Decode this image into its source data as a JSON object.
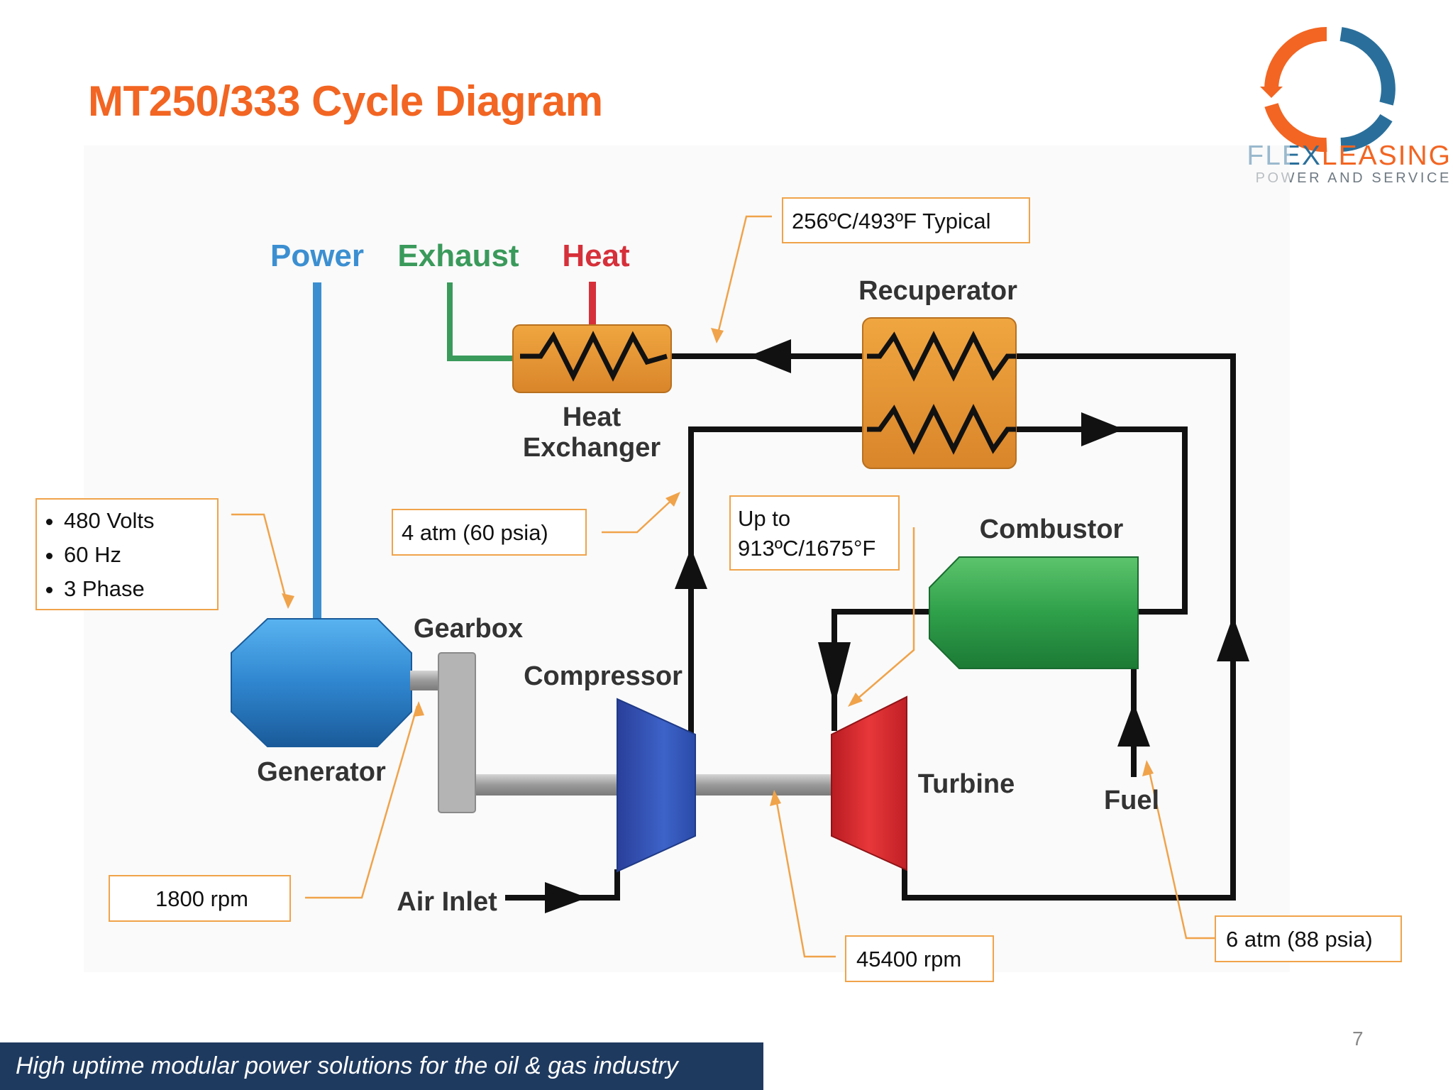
{
  "slide": {
    "title": "MT250/333 Cycle Diagram",
    "page_number": "7",
    "footer_text": "High uptime modular power solutions for the oil & gas industry"
  },
  "logo": {
    "brand_part1": "FLEX",
    "brand_part2": "LEASING",
    "tagline": "POWER AND SERVICE",
    "colors": {
      "orange": "#f26522",
      "blue": "#2a6f9b"
    }
  },
  "diagram_labels": {
    "power": "Power",
    "exhaust": "Exhaust",
    "heat": "Heat",
    "recuperator": "Recuperator",
    "heat_exchanger_1": "Heat",
    "heat_exchanger_2": "Exchanger",
    "combustor": "Combustor",
    "gearbox": "Gearbox",
    "compressor": "Compressor",
    "generator": "Generator",
    "turbine": "Turbine",
    "fuel": "Fuel",
    "air_inlet": "Air Inlet"
  },
  "callouts": {
    "exhaust_temp": "256ºC/493ºF Typical",
    "electrical": [
      "480 Volts",
      "60 Hz",
      "3 Phase"
    ],
    "compressor_pressure": "4 atm (60 psia)",
    "turbine_temp_line1": "Up to",
    "turbine_temp_line2": "913ºC/1675°F",
    "generator_speed": "1800 rpm",
    "shaft_speed": "45400 rpm",
    "fuel_pressure": "6 atm (88 psia)"
  },
  "colors": {
    "power": "#3b8fd1",
    "exhaust": "#3a9a5b",
    "heat": "#d6303a",
    "component_orange": "#e6952e",
    "generator_blue": "#2f86cf",
    "compressor_blue": "#2f4fb0",
    "turbine_red": "#d8282e",
    "combustor_green": "#2fa04a",
    "callout_border": "#f0a34a",
    "footer_bg": "#1f3a5f"
  }
}
